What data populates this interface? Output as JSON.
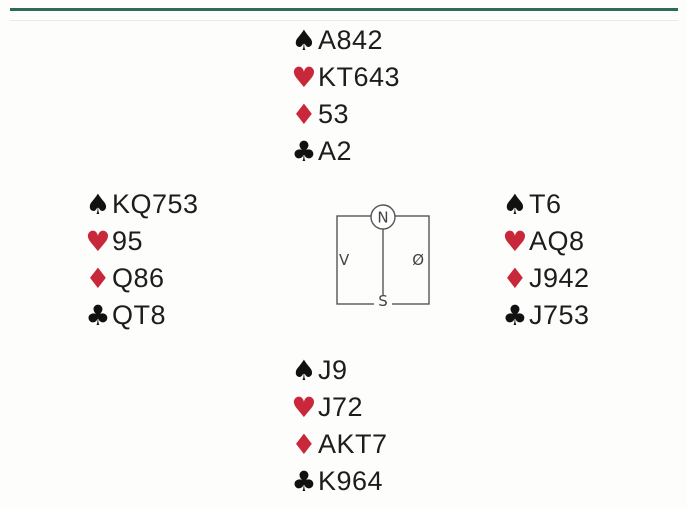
{
  "hands": {
    "north": {
      "spades": "A842",
      "hearts": "KT643",
      "diamonds": "53",
      "clubs": "A2"
    },
    "west": {
      "spades": "KQ753",
      "hearts": "95",
      "diamonds": "Q86",
      "clubs": "QT8"
    },
    "east": {
      "spades": "T6",
      "hearts": "AQ8",
      "diamonds": "J942",
      "clubs": "J753"
    },
    "south": {
      "spades": "J9",
      "hearts": "J72",
      "diamonds": "AKT7",
      "clubs": "K964"
    }
  },
  "suits": {
    "spades": "♠",
    "hearts": "♥",
    "diamonds": "♦",
    "clubs": "♣"
  },
  "compass": {
    "north": "N",
    "west": "V",
    "east": "Ø",
    "south": "S"
  },
  "colors": {
    "black_suit": "#111111",
    "red_suit": "#c8283a",
    "header_rule": "#2f6b5a"
  }
}
